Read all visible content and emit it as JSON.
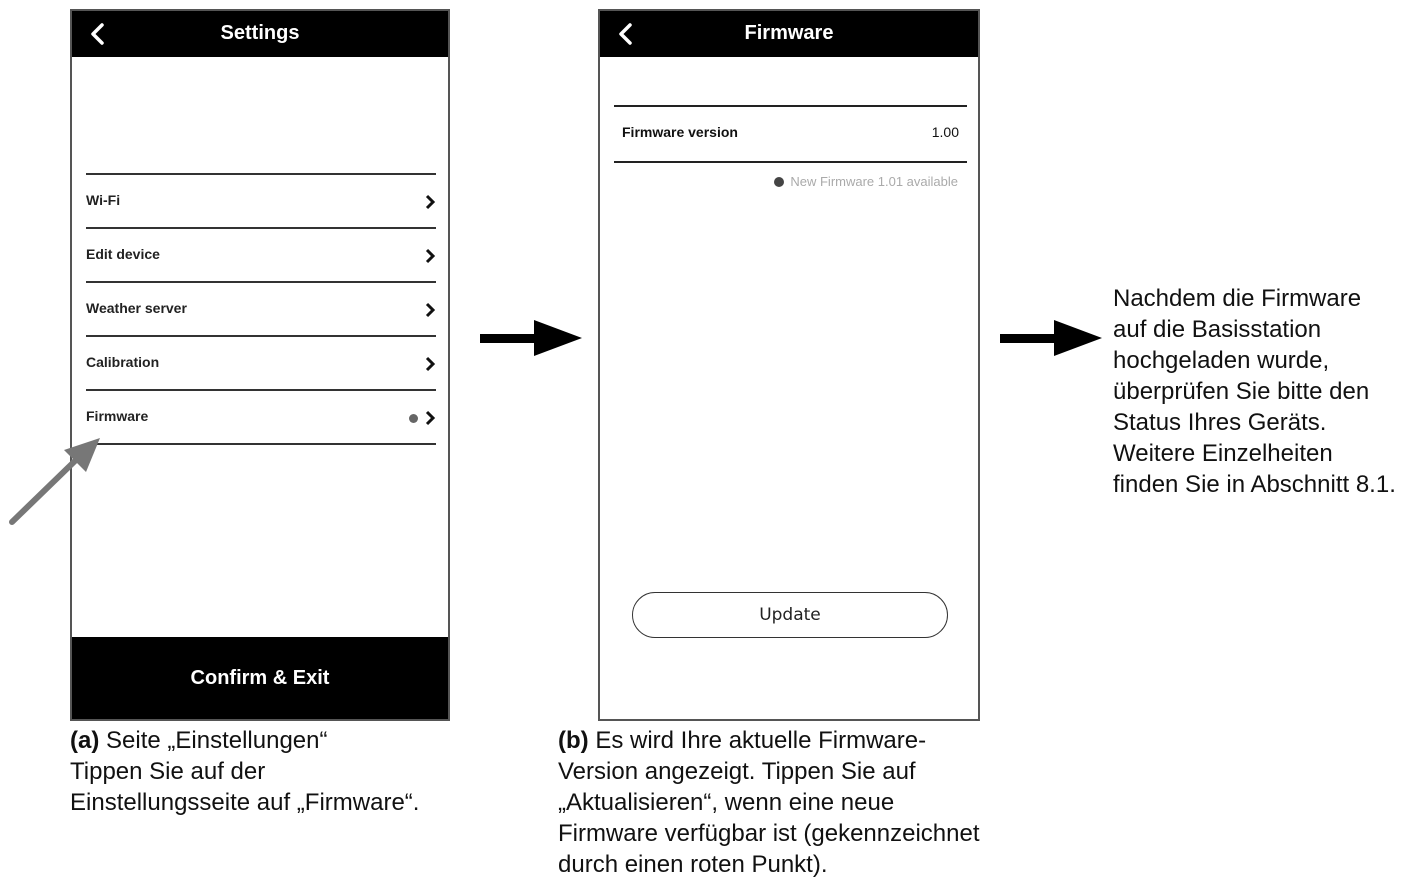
{
  "settings_screen": {
    "title": "Settings",
    "items": [
      {
        "label": "Wi-Fi"
      },
      {
        "label": "Edit device"
      },
      {
        "label": "Weather server"
      },
      {
        "label": "Calibration"
      },
      {
        "label": "Firmware",
        "has_indicator_dot": true
      }
    ],
    "confirm_label": "Confirm & Exit"
  },
  "firmware_screen": {
    "title": "Firmware",
    "row_label": "Firmware version",
    "row_value": "1.00",
    "notice": "New Firmware 1.01 available",
    "update_label": "Update"
  },
  "captions": {
    "a_tag": "(a)",
    "a_line1": " Seite „Einstellungen“",
    "a_line2": "Tippen Sie auf der",
    "a_line3": "Einstellungsseite auf „Firmware“.",
    "b_tag": "(b)",
    "b_line1": " Es wird Ihre aktuelle Firmware-",
    "b_line2": "Version angezeigt. Tippen Sie auf",
    "b_line3": "„Aktualisieren“, wenn eine neue",
    "b_line4": "Firmware verfügbar ist (gekennzeichnet",
    "b_line5": "durch einen roten Punkt).",
    "c_line1": "Nachdem die Firmware",
    "c_line2": "auf die Basisstation",
    "c_line3": "hochgeladen wurde,",
    "c_line4": "überprüfen Sie bitte den",
    "c_line5": "Status Ihres Geräts.",
    "c_line6": "Weitere Einzelheiten",
    "c_line7": "finden Sie in Abschnitt 8.1."
  },
  "colors": {
    "bar": "#000000",
    "border": "#555555",
    "notice_text": "#aaaaaa"
  }
}
